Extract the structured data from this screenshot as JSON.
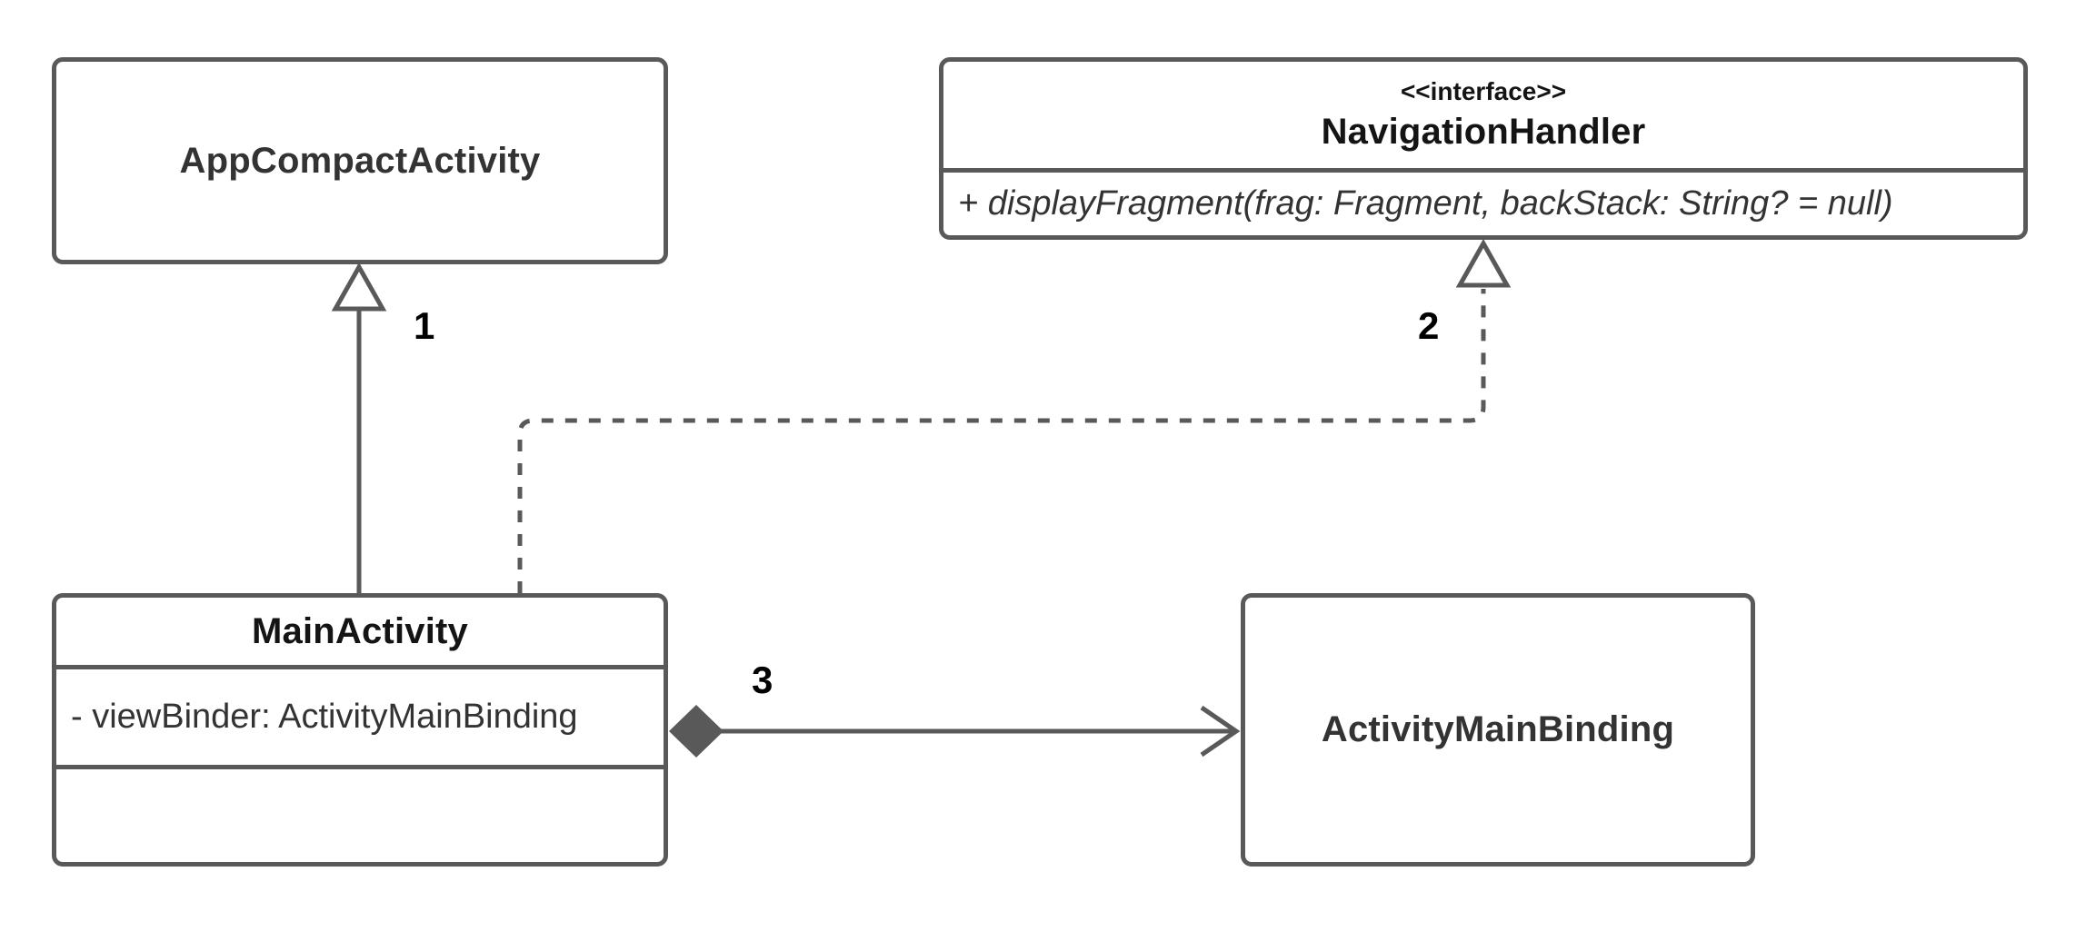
{
  "diagram": {
    "classes": {
      "app_compact_activity": {
        "name": "AppCompactActivity"
      },
      "navigation_handler": {
        "stereotype": "<<interface>>",
        "name": "NavigationHandler",
        "methods": [
          "+ displayFragment(frag: Fragment, backStack: String? = null)"
        ]
      },
      "main_activity": {
        "name": "MainActivity",
        "attributes": [
          "- viewBinder: ActivityMainBinding"
        ]
      },
      "activity_main_binding": {
        "name": "ActivityMainBinding"
      }
    },
    "relationships": [
      {
        "label": "1",
        "type": "inheritance",
        "from": "MainActivity",
        "to": "AppCompactActivity",
        "line": "solid",
        "head": "hollow-triangle"
      },
      {
        "label": "2",
        "type": "realization",
        "from": "MainActivity",
        "to": "NavigationHandler",
        "line": "dashed",
        "head": "hollow-triangle"
      },
      {
        "label": "3",
        "type": "composition",
        "from": "MainActivity",
        "to": "ActivityMainBinding",
        "line": "solid",
        "head": "open-arrow",
        "tail": "filled-diamond"
      }
    ],
    "colors": {
      "stroke": "#595959",
      "box_fill": "#ffffff",
      "text_primary": "#333333",
      "text_title_dark": "#141414",
      "label_text": "#000000",
      "background": "#ffffff"
    }
  }
}
